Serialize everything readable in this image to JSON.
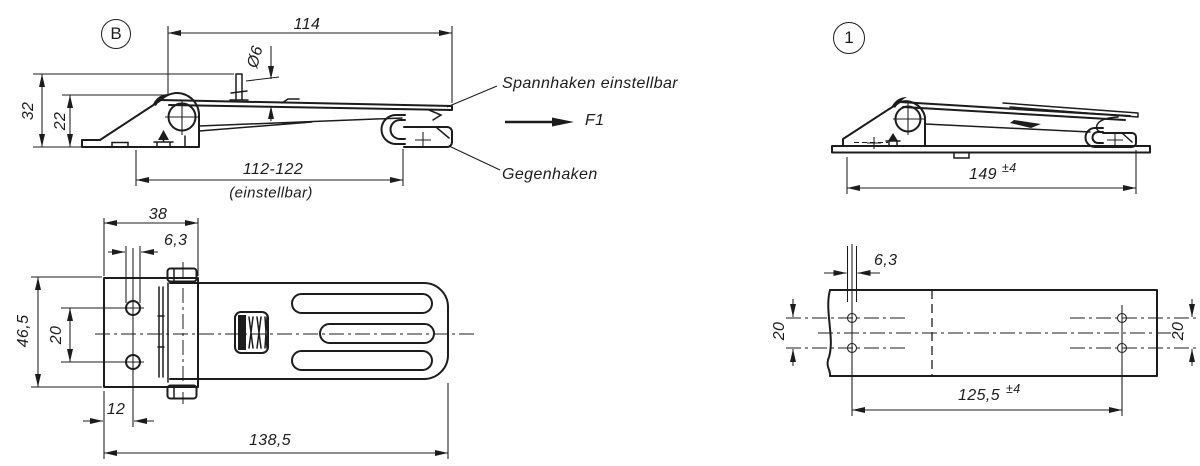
{
  "page": {
    "background": "#ffffff",
    "line_color": "#1c1c1c"
  },
  "views": {
    "side_open": {
      "marker": "B",
      "dims": {
        "overall_length": "114",
        "pin_diameter": "Ø6",
        "height_total": "32",
        "height_hook": "22",
        "adjustable_range": "112-122",
        "adjustable_note": "(einstellbar)"
      },
      "callouts": {
        "hook_adjustable": "Spannhaken einstellbar",
        "force": "F1",
        "counter_hook": "Gegenhaken"
      }
    },
    "top_open": {
      "dims": {
        "bracket_width": "38",
        "hole_diameter": "6,3",
        "overall_width": "46,5",
        "hole_spacing": "20",
        "hole_offset": "12",
        "overall_length": "138,5"
      }
    },
    "side_closed": {
      "marker": "1",
      "dims": {
        "closed_length": "149",
        "closed_length_tol": "±4"
      }
    },
    "mounting_plate": {
      "dims": {
        "hole_diameter": "6,3",
        "hole_spacing_left": "20",
        "hole_spacing_right": "20",
        "hole_distance": "125,5",
        "hole_distance_tol": "±4"
      }
    }
  }
}
